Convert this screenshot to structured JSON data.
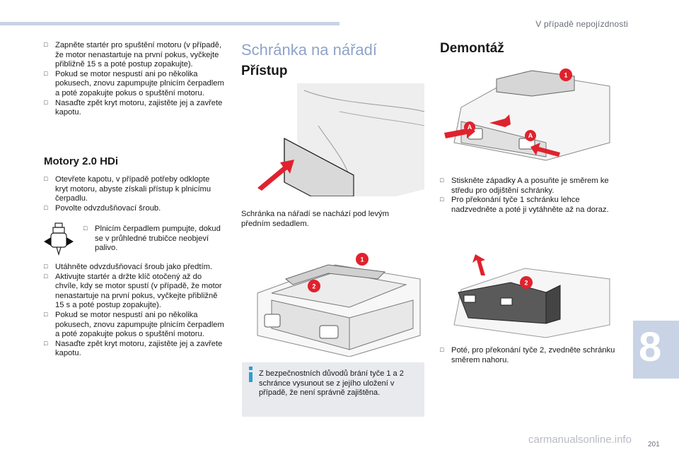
{
  "header": {
    "chapter_title": "V případě nepojízdnosti"
  },
  "left": {
    "bullets_top": [
      "Zapněte startér pro spuštění motoru (v případě, že motor nenastartuje na první pokus, vyčkejte přibližně 15 s a poté postup zopakujte).",
      "Pokud se motor nespustí ani po několika pokusech, znovu zapumpujte plnicím čerpadlem a poté zopakujte pokus o spuštění motoru.",
      "Nasaďte zpět kryt motoru, zajistěte jej a zavřete kapotu."
    ],
    "engine_heading": "Motory 2.0 HDi",
    "bullets_mid": [
      "Otevřete kapotu, v případě potřeby odklopte kryt motoru, abyste získali přístup k plnicímu čerpadlu.",
      "Povolte odvzdušňovací šroub."
    ],
    "pump_bullet": "Plnicím čerpadlem pumpujte, dokud se v průhledné trubičce neobjeví palivo.",
    "bullets_bottom": [
      "Utáhněte odvzdušňovací šroub jako předtím.",
      "Aktivujte startér a držte klíč otočený až do chvíle, kdy se motor spustí (v případě, že motor nenastartuje na první pokus, vyčkejte přibližně 15 s a poté postup zopakujte).",
      "Pokud se motor nespustí ani po několika pokusech, znovu zapumpujte plnicím čerpadlem a poté zopakujte pokus o spuštění motoru.",
      "Nasaďte zpět kryt motoru, zajistěte jej a zavřete kapotu."
    ]
  },
  "middle": {
    "section_title": "Schránka na nářadí",
    "access_heading": "Přístup",
    "location_text": "Schránka na nářadí se nachází pod levým předním sedadlem.",
    "info_note": "Z bezpečnostních důvodů brání tyče 1 a 2 schránce vysunout se z jejího uložení v případě, že není správně zajištěna.",
    "callout_1": "1",
    "callout_2": "2"
  },
  "right": {
    "removal_heading": "Demontáž",
    "steps_top": [
      "Stiskněte západky A a posuňte je směrem ke středu pro odjištění schránky.",
      "Pro překonání tyče 1 schránku lehce nadzvedněte a poté ji vytáhněte až na doraz."
    ],
    "step_bottom": "Poté, pro překonání tyče 2, zvedněte schránku směrem nahoru.",
    "callout_1": "1",
    "callout_a": "A",
    "callout_2": "2"
  },
  "chapter_tab": "8",
  "page_number": "201",
  "watermark": "carmanualsonline.info",
  "colors": {
    "accent": "#8fa3c8",
    "callout_red": "#e0222e",
    "tab": "#c9d3e6",
    "info_icon": "#2a9fd6"
  }
}
